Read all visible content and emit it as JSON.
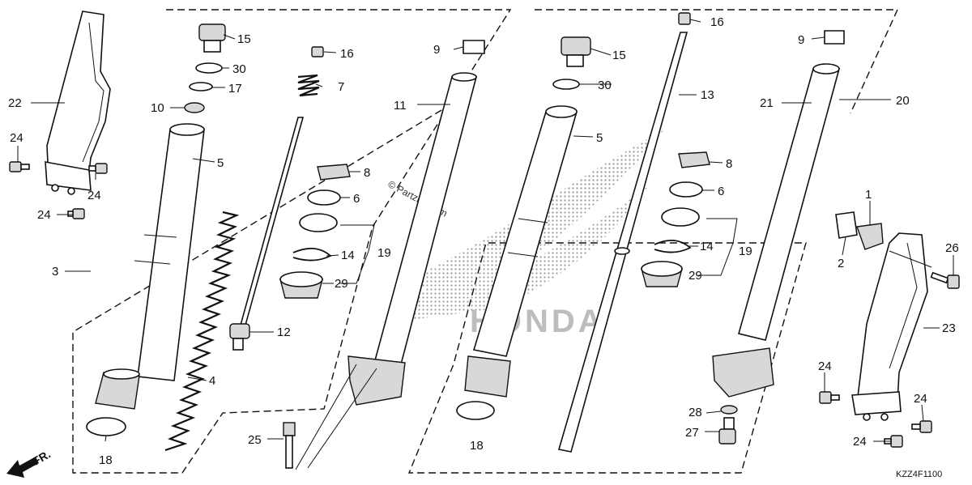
{
  "callouts": {
    "c1": "1",
    "c2": "2",
    "c3": "3",
    "c4": "4",
    "c5a": "5",
    "c5b": "5",
    "c6a": "6",
    "c6b": "6",
    "c7": "7",
    "c8a": "8",
    "c8b": "8",
    "c9a": "9",
    "c9b": "9",
    "c10": "10",
    "c11": "11",
    "c12": "12",
    "c13": "13",
    "c14a": "14",
    "c14b": "14",
    "c15a": "15",
    "c15b": "15",
    "c16a": "16",
    "c16b": "16",
    "c17": "17",
    "c18a": "18",
    "c18b": "18",
    "c19a": "19",
    "c19b": "19",
    "c20": "20",
    "c21": "21",
    "c22": "22",
    "c23": "23",
    "c24a": "24",
    "c24b": "24",
    "c24c": "24",
    "c24d": "24",
    "c24e": "24",
    "c24f": "24",
    "c25": "25",
    "c26": "26",
    "c27": "27",
    "c28": "28",
    "c29a": "29",
    "c29b": "29",
    "c30a": "30",
    "c30b": "30"
  },
  "watermark": "© Partzilla.com",
  "logo_text": "HONDA",
  "direction_label": "FR.",
  "diagram_code": "KZZ4F1100",
  "colors": {
    "line": "#111111",
    "background": "#ffffff",
    "logo_dots": "#9a9a9a"
  }
}
